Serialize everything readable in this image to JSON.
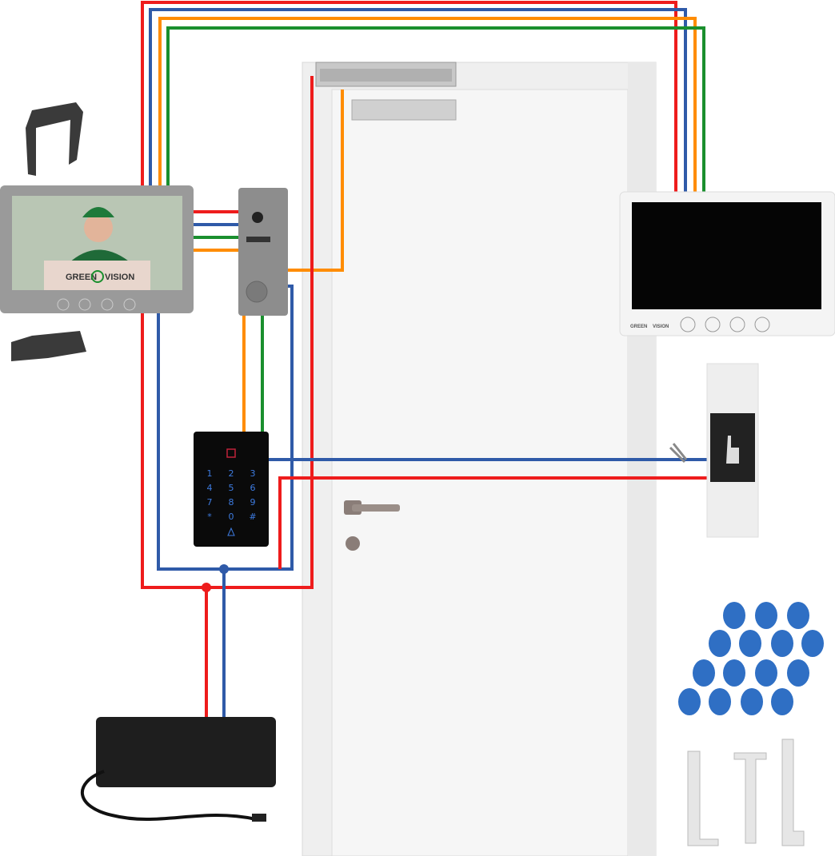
{
  "brand": {
    "logo_text_left": "GREEN",
    "logo_text_right": "VISION"
  },
  "keypad": {
    "keys": [
      "1",
      "2",
      "3",
      "4",
      "5",
      "6",
      "7",
      "8",
      "9",
      "*",
      "0",
      "#"
    ]
  },
  "colors": {
    "red": "#ee1c1c",
    "blue": "#2f5aa8",
    "orange": "#ff8c00",
    "green": "#1a8f2e",
    "door": "#f2f2f2",
    "fob": "#2f6fc4"
  }
}
